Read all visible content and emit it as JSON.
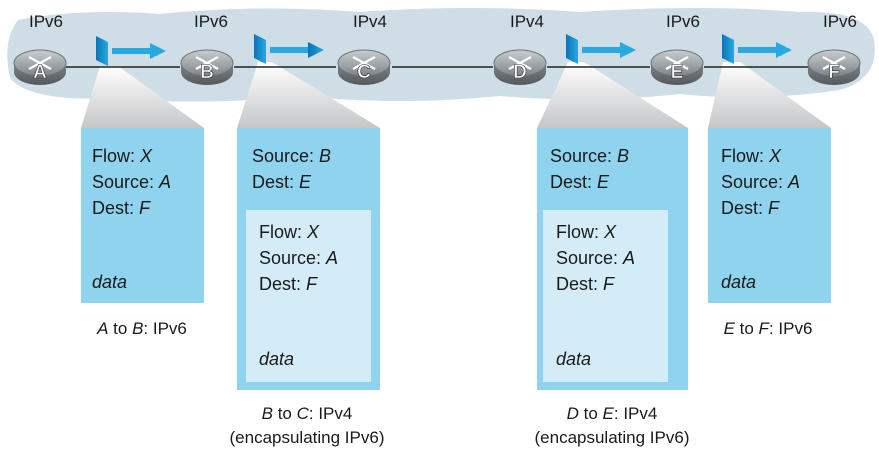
{
  "routers": [
    {
      "letter": "A",
      "proto": "IPv6"
    },
    {
      "letter": "B",
      "proto": "IPv6"
    },
    {
      "letter": "C",
      "proto": "IPv4"
    },
    {
      "letter": "D",
      "proto": "IPv4"
    },
    {
      "letter": "E",
      "proto": "IPv6"
    },
    {
      "letter": "F",
      "proto": "IPv6"
    }
  ],
  "packets": {
    "ab": {
      "flow": {
        "k": "Flow: ",
        "v": "X"
      },
      "source": {
        "k": "Source: ",
        "v": "A"
      },
      "dest": {
        "k": "Dest: ",
        "v": "F"
      },
      "data": "data",
      "caption": {
        "from": "A",
        "mid": " to ",
        "to": "B",
        "proto": ": IPv6"
      }
    },
    "bc": {
      "outer_source": {
        "k": "Source: ",
        "v": "B"
      },
      "outer_dest": {
        "k": "Dest: ",
        "v": "E"
      },
      "flow": {
        "k": "Flow: ",
        "v": "X"
      },
      "source": {
        "k": "Source: ",
        "v": "A"
      },
      "dest": {
        "k": "Dest: ",
        "v": "F"
      },
      "data": "data",
      "caption": {
        "from": "B",
        "mid": " to ",
        "to": "C",
        "proto": ": IPv4",
        "line2": "(encapsulating IPv6)"
      }
    },
    "de": {
      "outer_source": {
        "k": "Source: ",
        "v": "B"
      },
      "outer_dest": {
        "k": "Dest: ",
        "v": "E"
      },
      "flow": {
        "k": "Flow: ",
        "v": "X"
      },
      "source": {
        "k": "Source: ",
        "v": "A"
      },
      "dest": {
        "k": "Dest: ",
        "v": "F"
      },
      "data": "data",
      "caption": {
        "from": "D",
        "mid": " to ",
        "to": "E",
        "proto": ": IPv4",
        "line2": "(encapsulating IPv6)"
      }
    },
    "ef": {
      "flow": {
        "k": "Flow: ",
        "v": "X"
      },
      "source": {
        "k": "Source: ",
        "v": "A"
      },
      "dest": {
        "k": "Dest: ",
        "v": "F"
      },
      "data": "data",
      "caption": {
        "from": "E",
        "mid": " to ",
        "to": "F",
        "proto": ": IPv6"
      }
    }
  },
  "colors": {
    "cloud": "#cfdde6",
    "packet_box": "#8fd3ee",
    "inner_box": "#d3ecf8",
    "router": "#9ba2a6",
    "arrow": "#29a9e1",
    "link": "#222222",
    "funnel": "#c8c9cb"
  }
}
